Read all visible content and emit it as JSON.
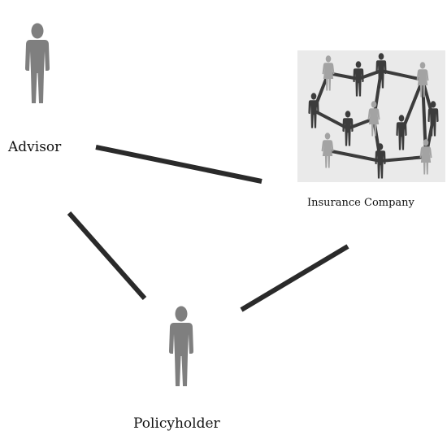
{
  "diagram": {
    "nodes": {
      "advisor": {
        "label": "Advisor",
        "icon": "person-icon"
      },
      "insurance_company": {
        "label": "Insurance Company",
        "icon": "people-network-icon"
      },
      "policyholder": {
        "label": "Policyholder",
        "icon": "person-icon"
      }
    },
    "edges": [
      {
        "from": "advisor",
        "to": "insurance_company"
      },
      {
        "from": "advisor",
        "to": "policyholder"
      },
      {
        "from": "policyholder",
        "to": "insurance_company"
      }
    ],
    "colors": {
      "person": "#7f7f7f",
      "connector": "#2a2a2a",
      "network_bg": "#eaeaea",
      "network_dark_person": "#3c3c3c",
      "network_light_person": "#a3a3a3",
      "label_text": "#111111"
    }
  }
}
